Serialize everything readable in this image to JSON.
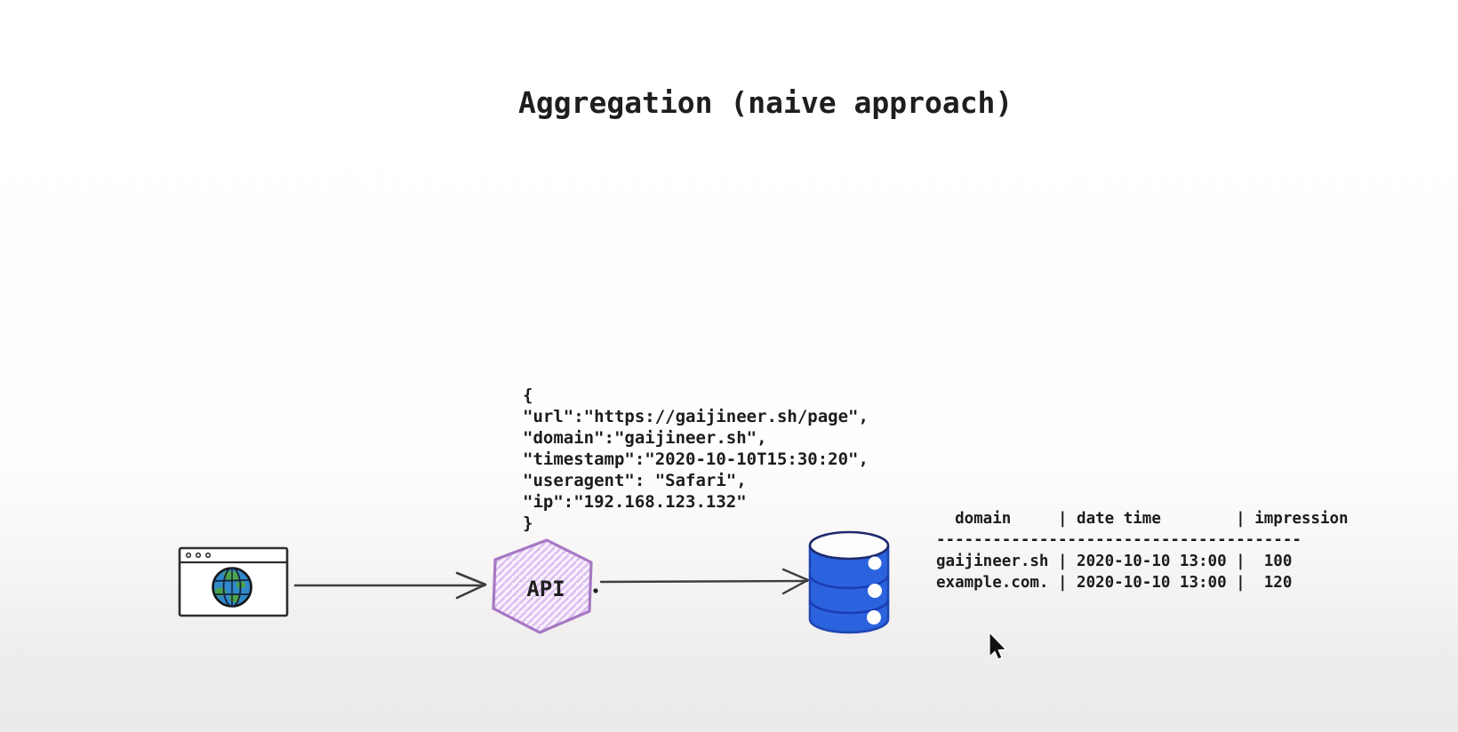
{
  "title": "Aggregation (naive approach)",
  "payload": {
    "lines": [
      "{",
      "\"url\":\"https://gaijineer.sh/page\",",
      "\"domain\":\"gaijineer.sh\",",
      "\"timestamp\":\"2020-10-10T15:30:20\",",
      "\"useragent\": \"Safari\",",
      "\"ip\":\"192.168.123.132\"",
      "}"
    ]
  },
  "diagram": {
    "api_label": "API",
    "icons": {
      "source": "browser-window-globe-icon",
      "middle": "api-hexagon-icon",
      "sink": "database-cylinder-icon",
      "pointer": "mouse-cursor-icon"
    }
  },
  "table": {
    "header": "  domain     | date time        | impression",
    "separator": "---------------------------------------",
    "rows": [
      "gaijineer.sh | 2020-10-10 13:00 |  100",
      "example.com. | 2020-10-10 13:00 |  120"
    ]
  },
  "colors": {
    "ink": "#1f1f1f",
    "arrow": "#3d3d3d",
    "hex_stroke": "#a678c4",
    "hex_hatch": "#dcbfee",
    "hex_fill": "#f9f1fc",
    "db_blue": "#2a63dd",
    "db_outline": "#1f46b4",
    "globe_blue": "#3089cb",
    "globe_land": "#4ba34b"
  }
}
